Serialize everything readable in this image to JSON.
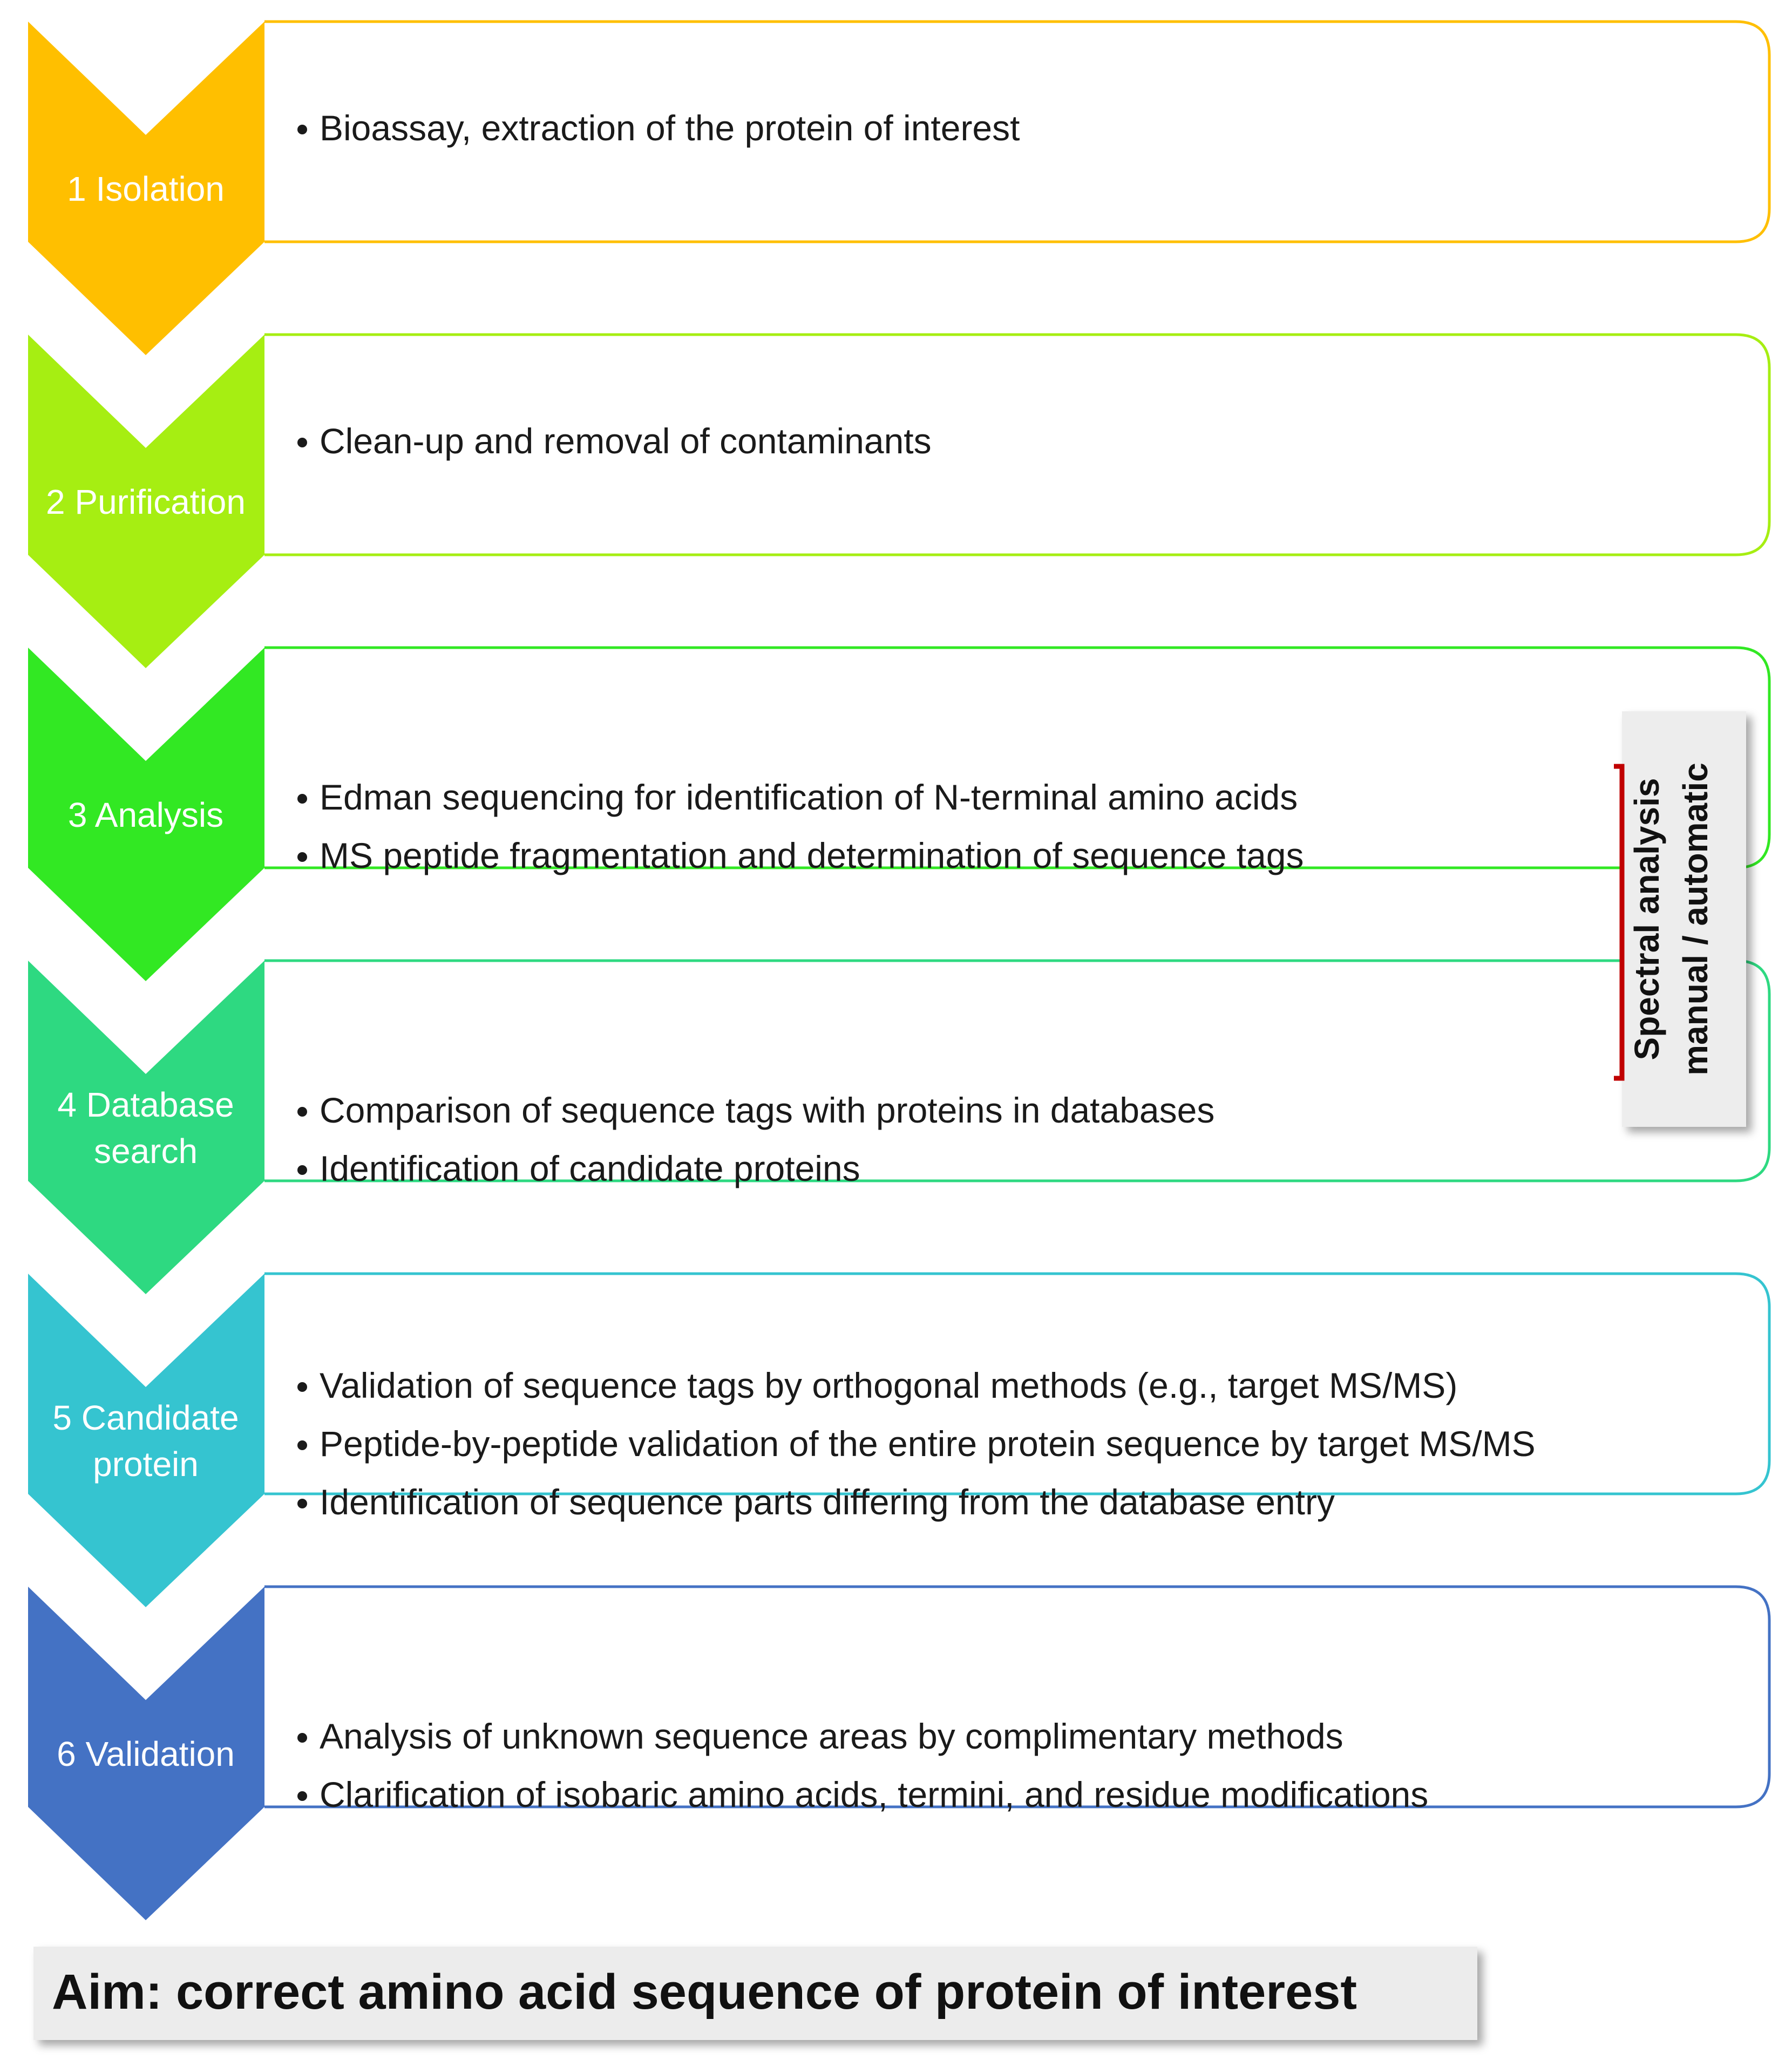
{
  "steps": [
    {
      "label": [
        "1 Isolation"
      ],
      "color": "#ffbf00",
      "bullets": [
        "Bioassay, extraction of the protein of interest"
      ]
    },
    {
      "label": [
        "2 Purification"
      ],
      "color": "#a6ee12",
      "bullets": [
        "Clean-up and removal of contaminants"
      ]
    },
    {
      "label": [
        "3 Analysis"
      ],
      "color": "#32e823",
      "bullets": [
        "Edman sequencing for identification of N-terminal amino acids",
        "MS peptide fragmentation and determination of sequence tags"
      ]
    },
    {
      "label": [
        "4 Database",
        "search"
      ],
      "color": "#2ed981",
      "bullets": [
        "Comparison of sequence tags with proteins in databases",
        "Identification of candidate proteins"
      ]
    },
    {
      "label": [
        "5 Candidate",
        "protein"
      ],
      "color": "#35c4d0",
      "bullets": [
        "Validation of sequence tags by orthogonal methods (e.g.,  target MS/MS)",
        "Peptide-by-peptide validation of the entire protein sequence  by target MS/MS",
        "Identification of sequence parts differing from the database entry"
      ]
    },
    {
      "label": [
        "6 Validation"
      ],
      "color": "#4472c4",
      "bullets": [
        "Analysis of unknown sequence areas by complimentary methods",
        "Clarification of isobaric amino acids, termini, and residue modifications"
      ]
    }
  ],
  "side_note": {
    "line1": "Spectral analysis",
    "line2": "manual / automatic",
    "bracket_color": "#c00000"
  },
  "aim": {
    "text": "Aim: correct amino acid sequence of protein of interest"
  }
}
